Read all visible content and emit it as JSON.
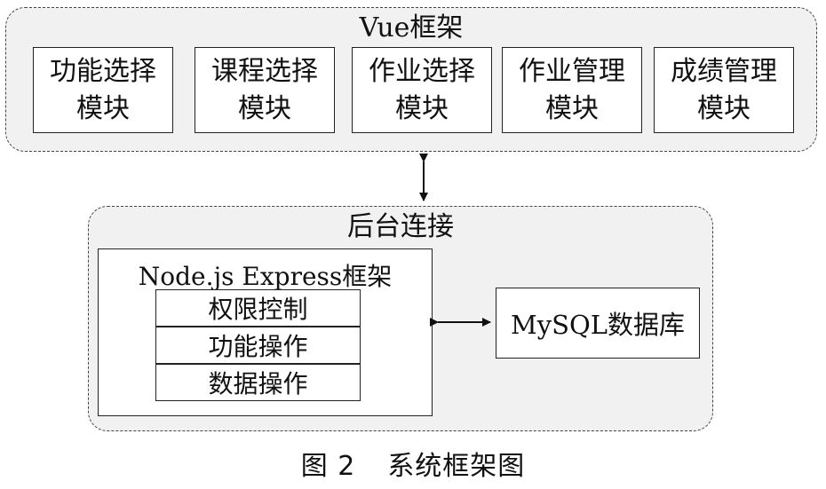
{
  "vue_group": {
    "title": "Vue框架",
    "modules": [
      {
        "line1": "功能选择",
        "line2": "模块"
      },
      {
        "line1": "课程选择",
        "line2": "模块"
      },
      {
        "line1": "作业选择",
        "line2": "模块"
      },
      {
        "line1": "作业管理",
        "line2": "模块"
      },
      {
        "line1": "成绩管理",
        "line2": "模块"
      }
    ]
  },
  "backend_group": {
    "title": "后台连接",
    "express": {
      "title": "Node.js Express框架",
      "layers": [
        "权限控制",
        "功能操作",
        "数据操作"
      ]
    },
    "database": "MySQL数据库"
  },
  "caption": {
    "figure_no": "图 2",
    "title": "系统框架图"
  }
}
